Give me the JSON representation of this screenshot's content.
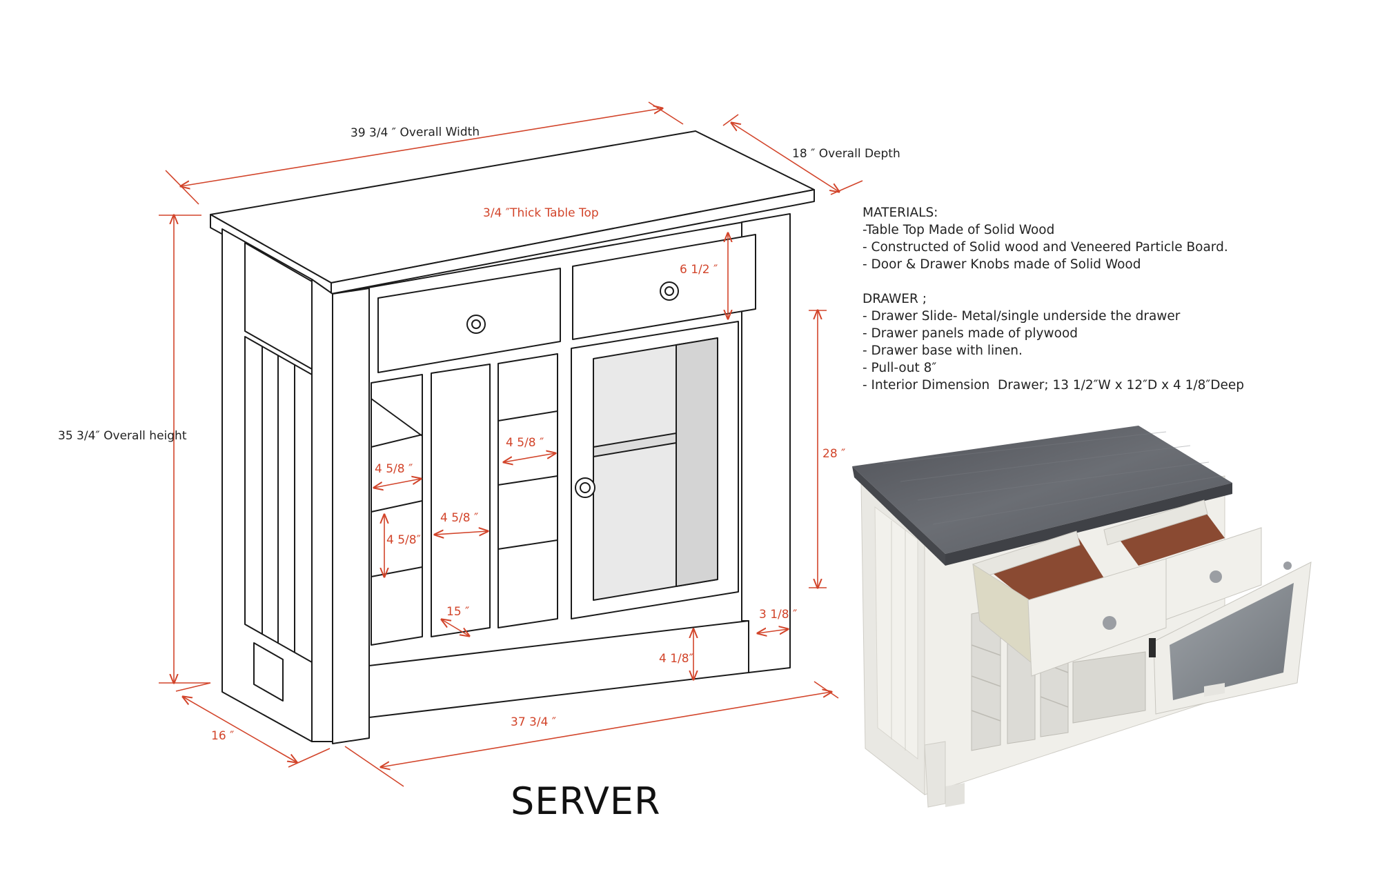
{
  "title": "SERVER",
  "dimensions": {
    "overall_width": "39 3/4 ″ Overall Width",
    "overall_depth": "18 ″ Overall Depth",
    "overall_height": "35 3/4″ Overall height",
    "table_top": "3/4 ″Thick Table Top",
    "drawer_height": "6 1/2 ″",
    "door_height": "28 ″",
    "wine_left_width": "4 5/8 ″",
    "wine_left_height": "4 5/8″",
    "wine_center": "4 5/8 ″",
    "wine_right": "4 5/8 ″",
    "wine_depth": "15 ″",
    "leg_width": "3 1/8 ″",
    "leg_height": "4 1/8″",
    "inner_width": "37 3/4 ″",
    "side_depth": "16 ″"
  },
  "materials": {
    "heading": "MATERIALS:",
    "items": [
      "-Table Top Made of Solid Wood",
      "- Constructed of Solid wood and Veneered Particle Board.",
      "- Door & Drawer Knobs made of Solid Wood"
    ]
  },
  "drawer": {
    "heading": "DRAWER ;",
    "items": [
      "- Drawer Slide- Metal/single underside the drawer",
      "- Drawer panels made of plywood",
      "- Drawer base with linen.",
      "- Pull-out 8″",
      "- Interior Dimension  Drawer; 13 1/2″W x 12″D x 4 1/8″Deep"
    ]
  },
  "colors": {
    "dimension_line": "#d2442a",
    "outline": "#1a1a1a",
    "glass": "#e6e6e6",
    "photo_top": "#5a5d63",
    "photo_body": "#ecebe6",
    "drawer_interior": "#8a4a32"
  }
}
